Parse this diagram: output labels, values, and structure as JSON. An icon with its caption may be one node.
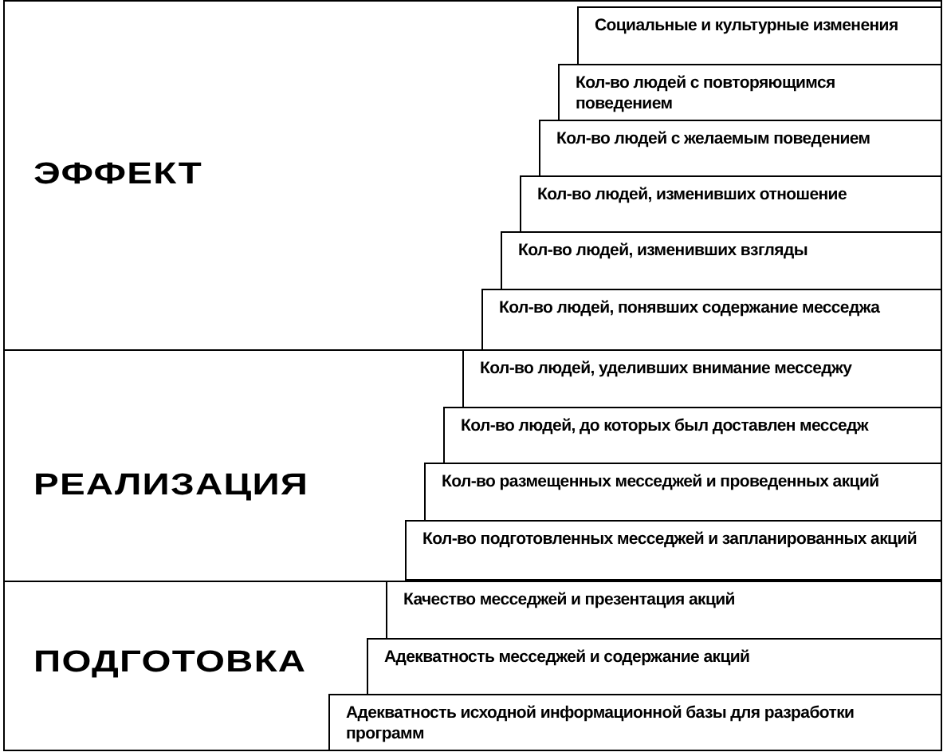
{
  "diagram": {
    "nodes": [
      {
        "text": [
          "ЭФФЕКТ"
        ]
      },
      {
        "text": [
          "Социальные и культурные изменения"
        ],
        "in": 0
      },
      {
        "text": [
          "Кол-во людей с повторяющимся поведением"
        ],
        "in": 0
      },
      {
        "text": [
          "Кол-во людей с желаемым поведением"
        ],
        "in": 0
      },
      {
        "text": [
          "Кол-во людей, изменивших отношение"
        ],
        "in": 0
      },
      {
        "text": [
          "Кол-во людей, изменивших взгляды"
        ],
        "in": 0
      },
      {
        "text": [
          "Кол-во людей, понявших содержание месседжа"
        ],
        "in": 0
      },
      {
        "text": [
          "РЕАЛИЗАЦИЯ"
        ]
      },
      {
        "text": [
          "Кол-во людей, уделивших внимание месседжу"
        ],
        "in": 7
      },
      {
        "text": [
          "Кол-во людей, до которых был доставлен месседж"
        ],
        "in": 7
      },
      {
        "text": [
          "Кол-во размещенных месседжей и проведенных акций"
        ],
        "in": 7
      },
      {
        "text": [
          "Кол-во подготовленных месседжей и запланированных акций"
        ],
        "in": 7
      },
      {
        "text": [
          "ПОДГОТОВКА"
        ]
      },
      {
        "text": [
          "Качество месседжей и презентация акций"
        ],
        "in": 12
      },
      {
        "text": [
          "Адекватность месседжей и содержание акций"
        ],
        "in": 12
      },
      {
        "text": [
          "Адекватность исходной информационной базы для разработки программ"
        ],
        "in": 12
      }
    ]
  }
}
